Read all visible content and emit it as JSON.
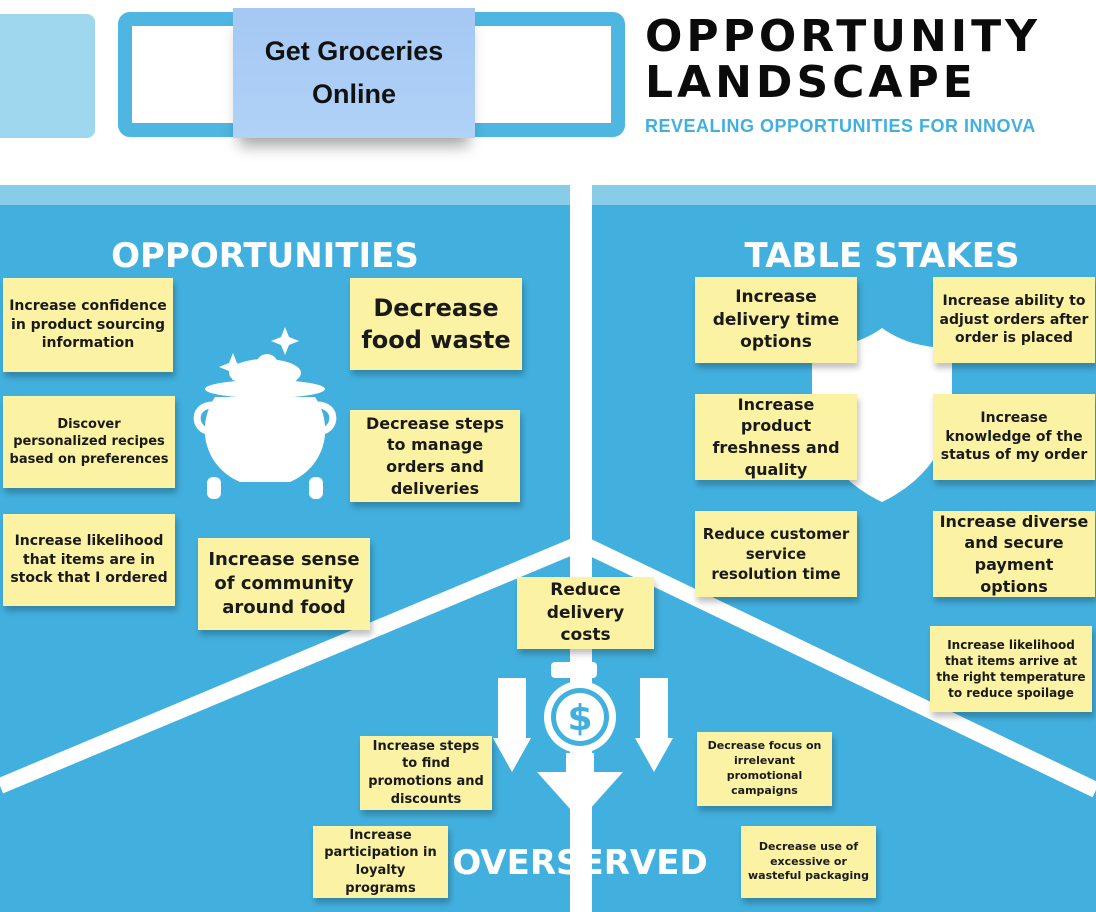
{
  "header": {
    "topic": "Get Groceries Online",
    "title_line1": "OPPORTUNITY",
    "title_line2": "LANDSCAPE",
    "subtitle": "REVEALING OPPORTUNITIES FOR INNOVA"
  },
  "colors": {
    "panel": "#42b0de",
    "strip": "#87cde8",
    "note": "#fbf3a3",
    "topic_note": "#a8cbf5"
  },
  "sections": {
    "opportunities": "OPPORTUNITIES",
    "table_stakes": "TABLE STAKES",
    "overserved": "OVERSERVED"
  },
  "opportunities": [
    "Increase confidence in product sourcing information",
    "Decrease food waste",
    "Discover personalized recipes based on preferences",
    "Decrease steps to manage orders and deliveries",
    "Increase likelihood that items are in stock that I ordered",
    "Increase sense of community around food"
  ],
  "table_stakes": [
    "Increase delivery time options",
    "Increase ability to adjust orders after order is placed",
    "Increase product freshness and quality",
    "Increase knowledge of the status of my order",
    "Reduce customer service resolution time",
    "Increase diverse and secure payment options",
    "Increase likelihood that items arrive at the right temperature to reduce spoilage"
  ],
  "overserved": [
    "Reduce delivery costs",
    "Increase steps to find promotions and discounts",
    "Decrease focus on irrelevant promotional campaigns",
    "Increase participation in loyalty programs",
    "Decrease use of excessive or wasteful packaging"
  ]
}
